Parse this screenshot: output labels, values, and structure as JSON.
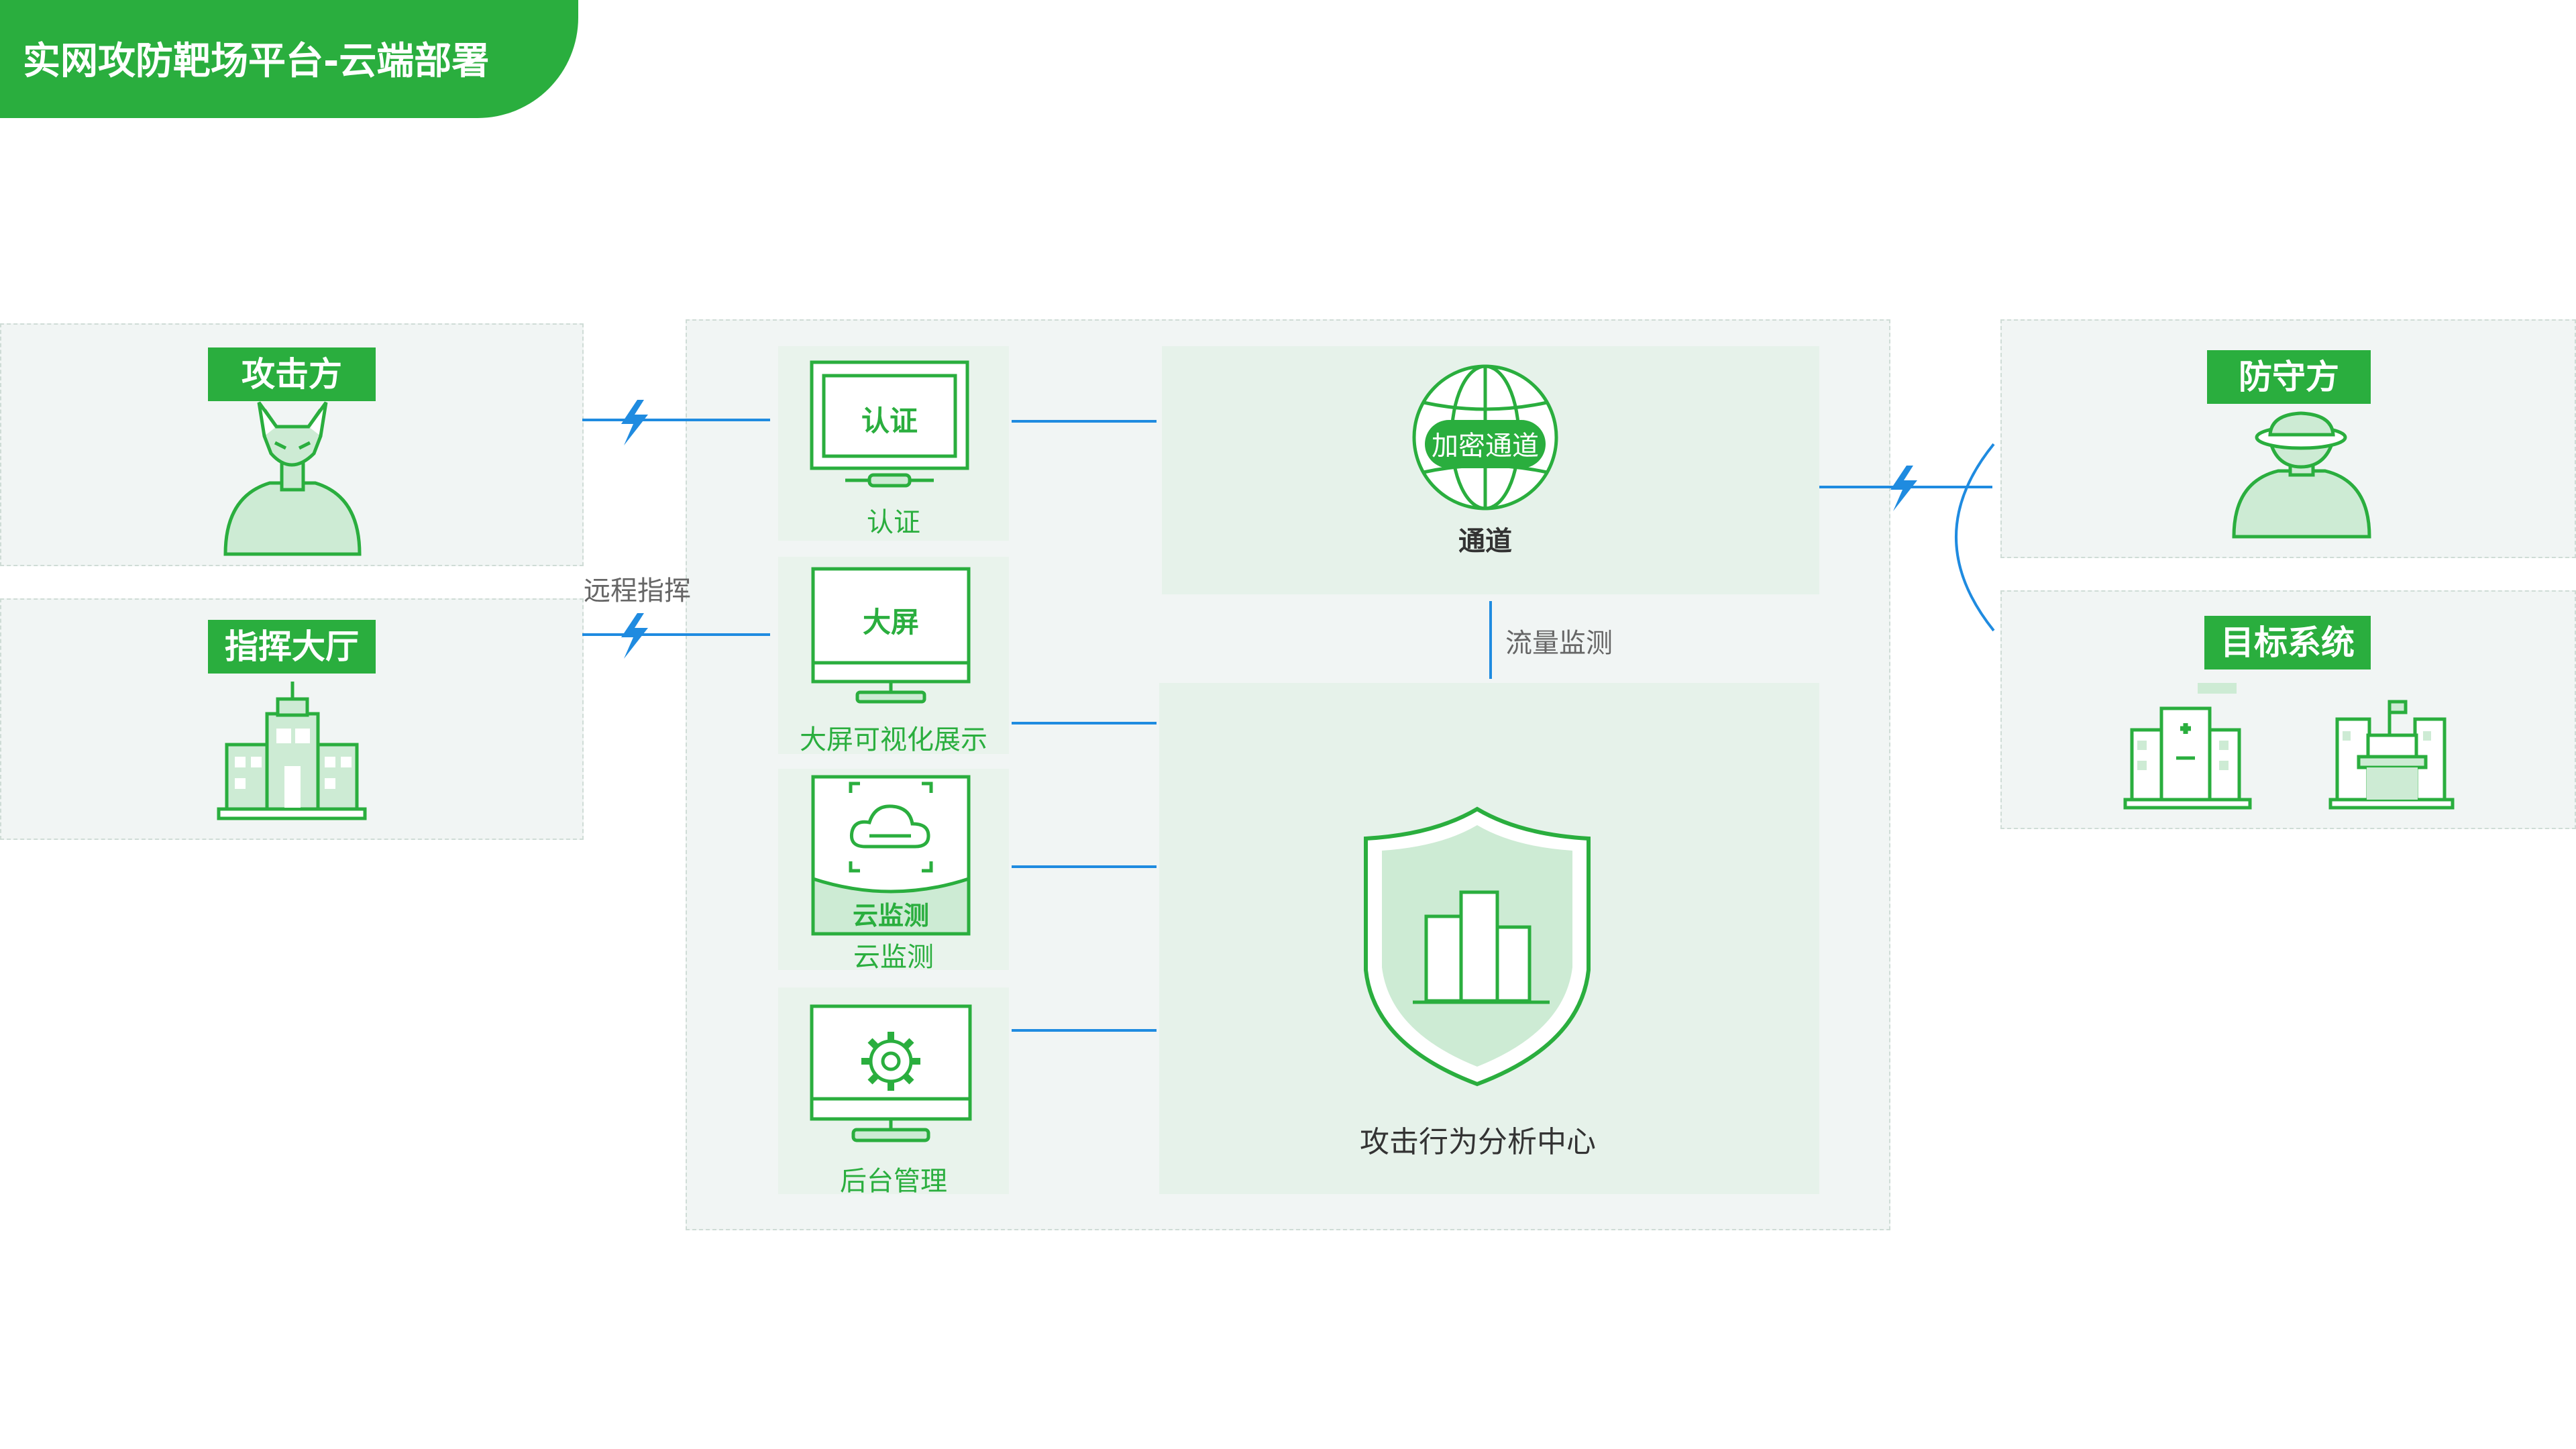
{
  "title": "实网攻防靶场平台-云端部署",
  "left": {
    "attacker_badge": "攻击方",
    "command_badge": "指挥大厅",
    "link_label": "远程指挥"
  },
  "modules": {
    "auth_screen_text": "认证",
    "auth_label": "认证",
    "bigscreen_screen_text": "大屏",
    "bigscreen_label": "大屏可视化展示",
    "cloud_screen_text": "云监测",
    "cloud_label": "云监测",
    "admin_label": "后台管理"
  },
  "center": {
    "channel_globe_text": "加密通道",
    "channel_label": "通道",
    "traffic_label": "流量监测",
    "analysis_label": "攻击行为分析中心"
  },
  "right": {
    "defender_badge": "防守方",
    "target_badge": "目标系统"
  },
  "colors": {
    "brand_green": "#2aae3e",
    "link_blue": "#1f8be0",
    "light_green": "#cdebd4"
  }
}
